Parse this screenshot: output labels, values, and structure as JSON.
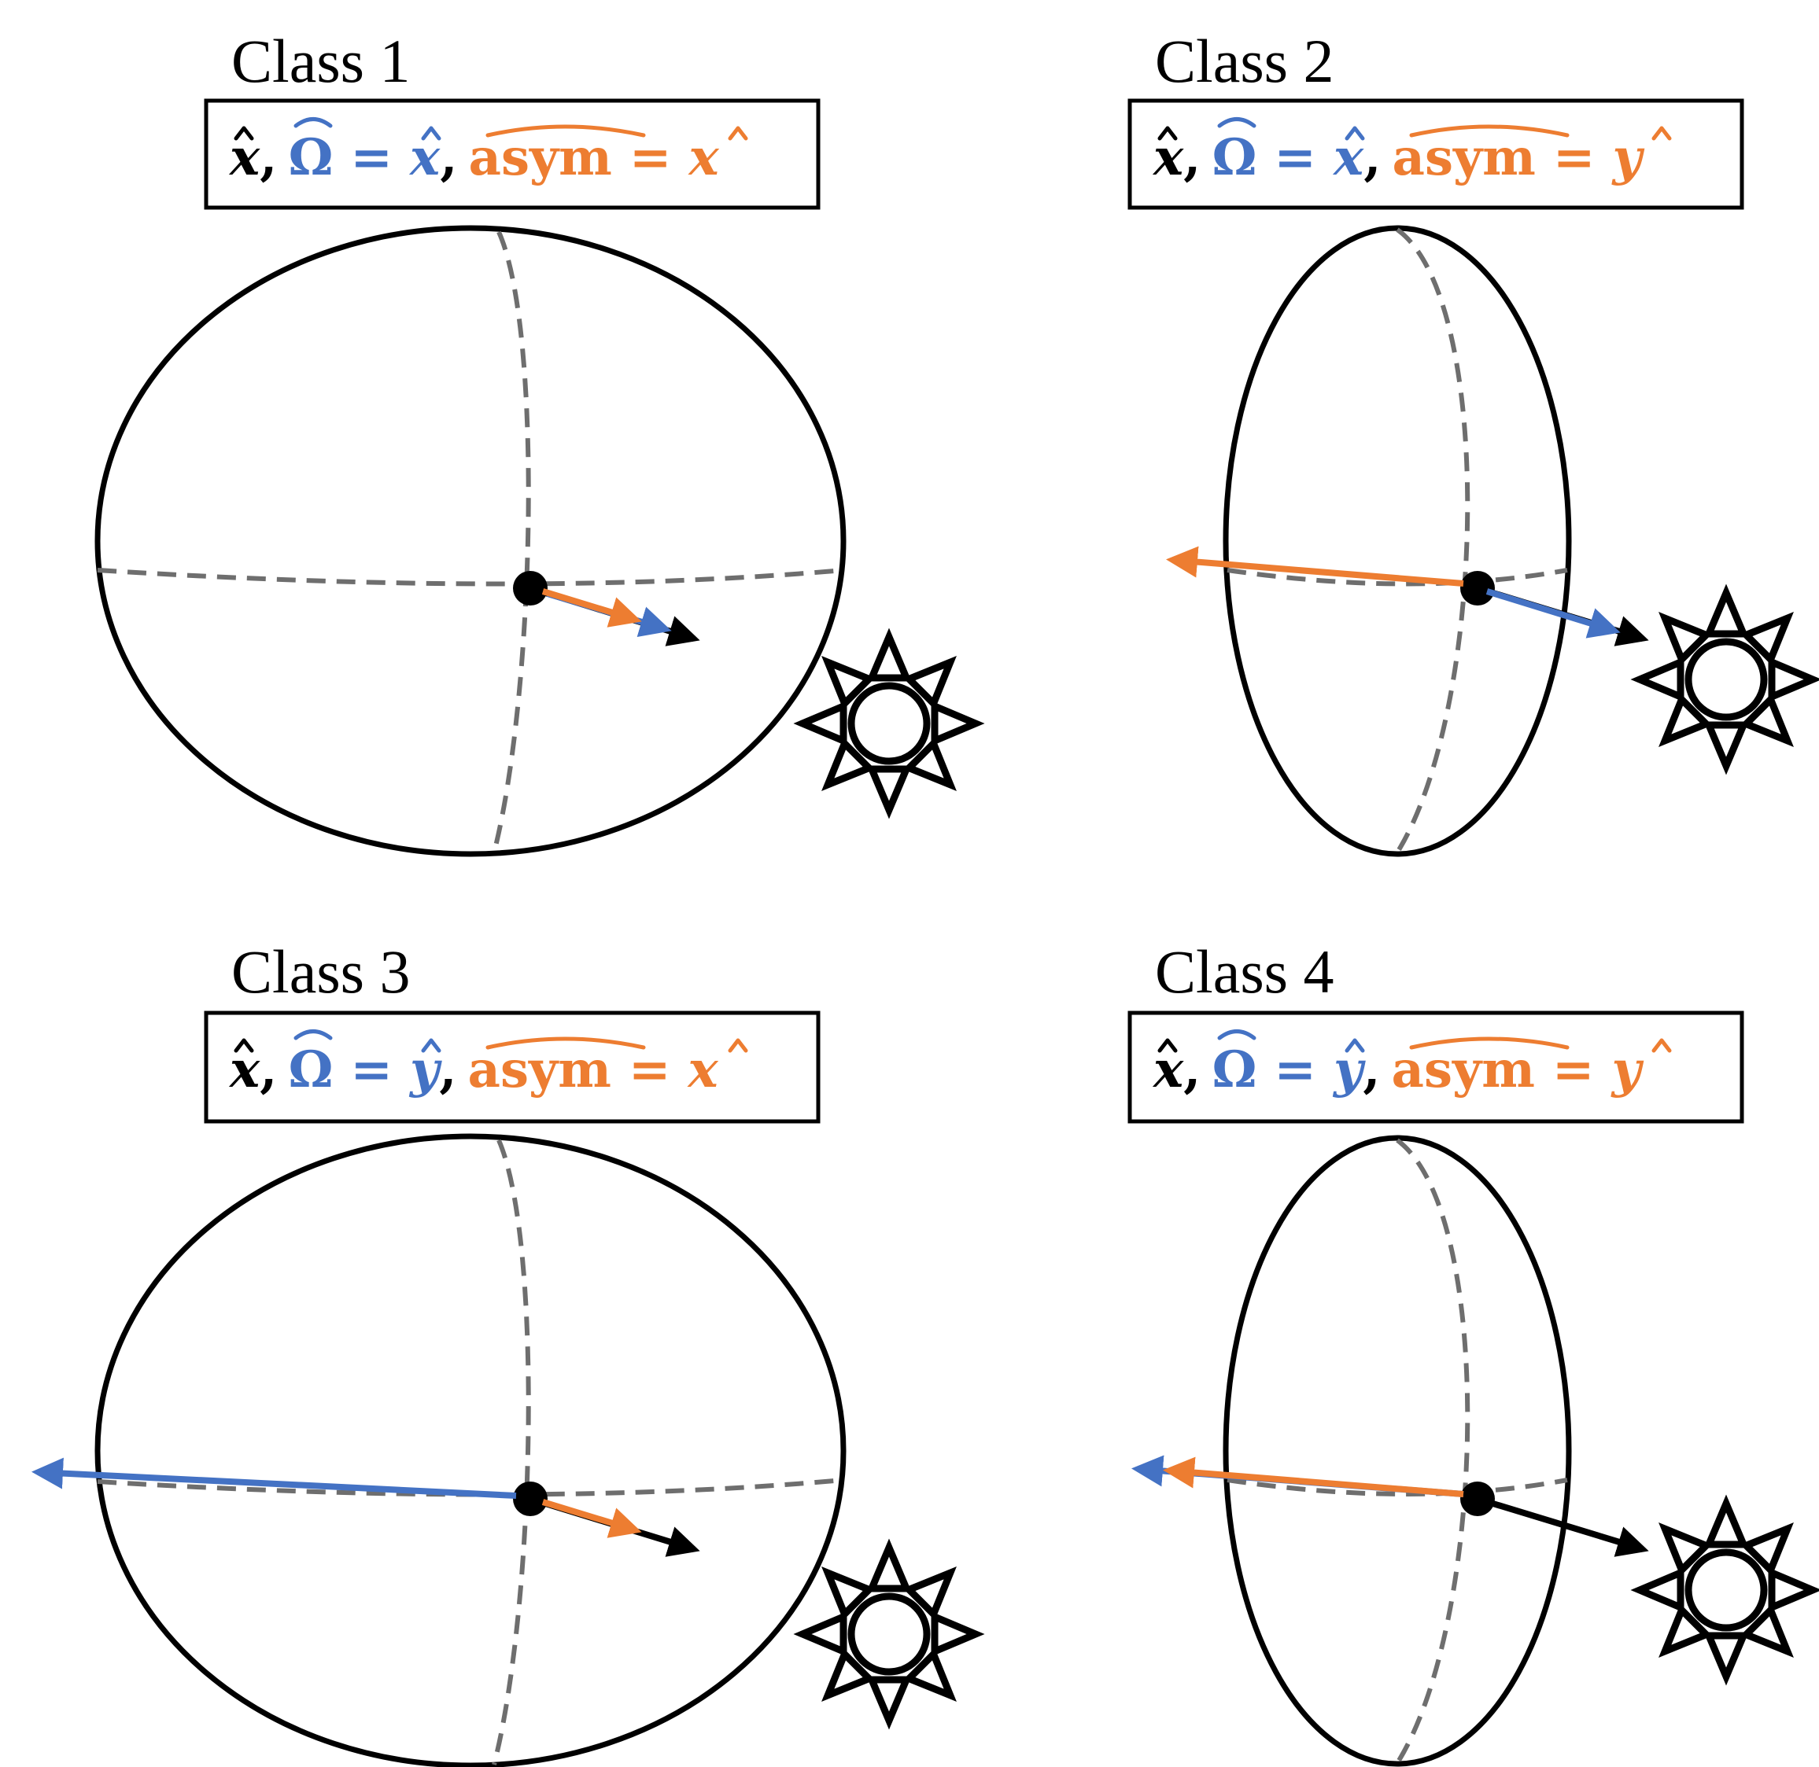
{
  "colors": {
    "black": "#000000",
    "blue": "#4472c4",
    "orange": "#ed7d31",
    "grid": "#6e6e6e"
  },
  "panels": [
    {
      "title": "Class 1",
      "eq": {
        "x": "x",
        "comma": ",",
        "omega": "Ω",
        "equals": "=",
        "omega_val": "x",
        "asym": "asym",
        "asym_val": "x"
      },
      "shape": "oblate",
      "arrows": [
        "orange",
        "blue",
        "black"
      ]
    },
    {
      "title": "Class 2",
      "eq": {
        "x": "x",
        "comma": ",",
        "omega": "Ω",
        "equals": "=",
        "omega_val": "x",
        "asym": "asym",
        "asym_val": "y"
      },
      "shape": "prolate",
      "arrows": [
        "orange",
        "blue",
        "black"
      ]
    },
    {
      "title": "Class 3",
      "eq": {
        "x": "x",
        "comma": ",",
        "omega": "Ω",
        "equals": "=",
        "omega_val": "y",
        "asym": "asym",
        "asym_val": "x"
      },
      "shape": "oblate",
      "arrows": [
        "blue",
        "orange",
        "black"
      ]
    },
    {
      "title": "Class 4",
      "eq": {
        "x": "x",
        "comma": ",",
        "omega": "Ω",
        "equals": "=",
        "omega_val": "y",
        "asym": "asym",
        "asym_val": "y"
      },
      "shape": "prolate",
      "arrows": [
        "blue",
        "orange",
        "black"
      ]
    }
  ],
  "icons": {
    "body": "ellipsoid-body",
    "sun": "sun-icon"
  }
}
